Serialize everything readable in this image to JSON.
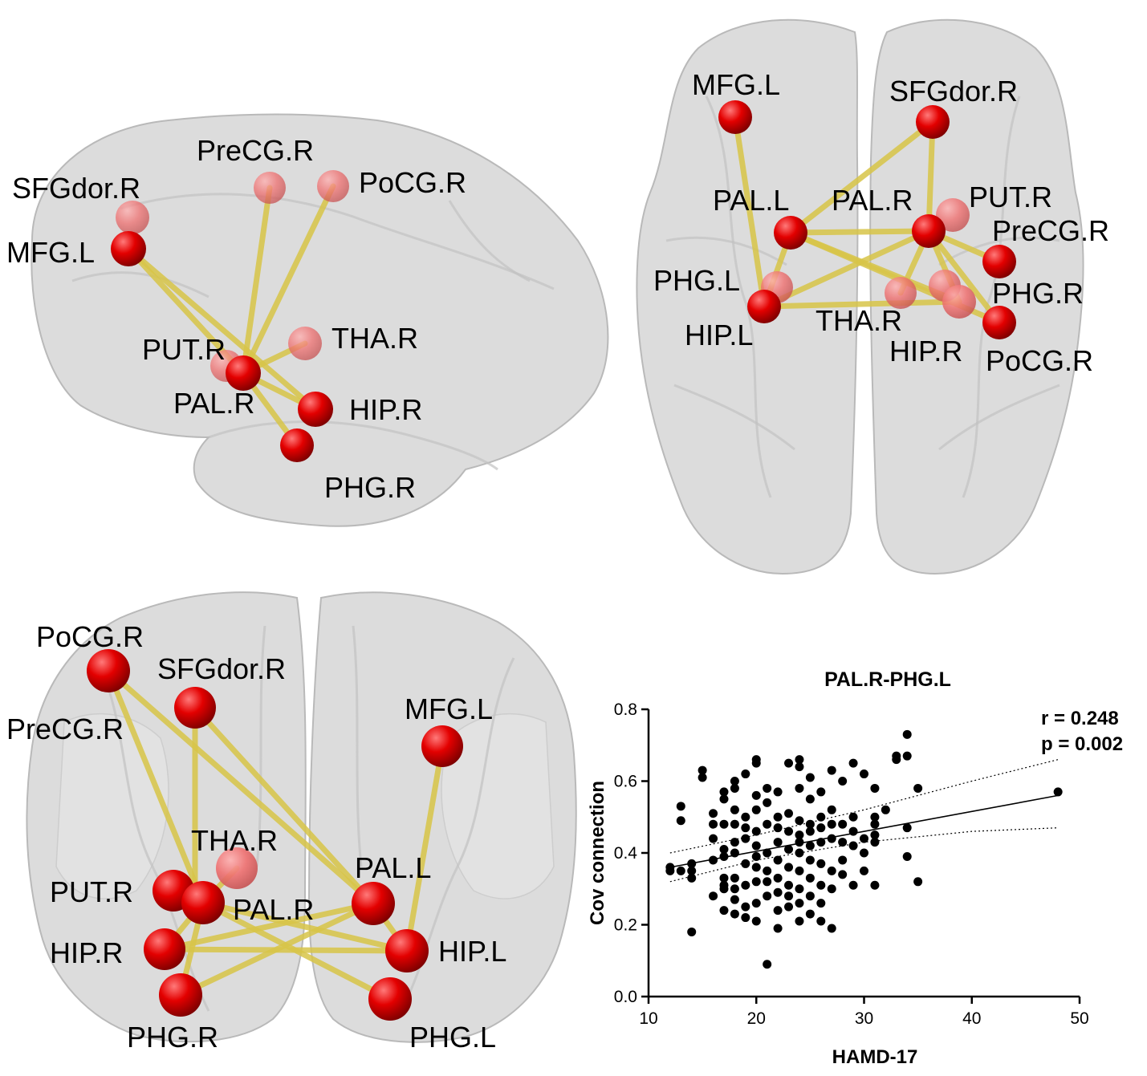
{
  "colors": {
    "node": "#e30000",
    "edge": "#d8c548",
    "brain": "#dcdcdc"
  },
  "sagittal_view": {
    "labels": {
      "sfgdor_r": "SFGdor.R",
      "precg_r": "PreCG.R",
      "pocg_r": "PoCG.R",
      "mfg_l": "MFG.L",
      "put_r": "PUT.R",
      "tha_r": "THA.R",
      "pal_r": "PAL.R",
      "hip_r": "HIP.R",
      "phg_r": "PHG.R"
    }
  },
  "axial_view": {
    "labels": {
      "mfg_l": "MFG.L",
      "sfgdor_r": "SFGdor.R",
      "pal_l": "PAL.L",
      "pal_r": "PAL.R",
      "put_r": "PUT.R",
      "precg_r": "PreCG.R",
      "phg_l": "PHG.L",
      "phg_r": "PHG.R",
      "hip_l": "HIP.L",
      "tha_r": "THA.R",
      "hip_r": "HIP.R",
      "pocg_r": "PoCG.R"
    }
  },
  "coronal_view": {
    "labels": {
      "pocg_r": "PoCG.R",
      "sfgdor_r": "SFGdor.R",
      "precg_r": "PreCG.R",
      "mfg_l": "MFG.L",
      "tha_r": "THA.R",
      "pal_l": "PAL.L",
      "put_r": "PUT.R",
      "pal_r": "PAL.R",
      "hip_r": "HIP.R",
      "hip_l": "HIP.L",
      "phg_r": "PHG.R",
      "phg_l": "PHG.L"
    }
  },
  "chart_data": {
    "type": "scatter",
    "title": "PAL.R-PHG.L",
    "xlabel": "HAMD-17",
    "ylabel": "Cov connection",
    "xlim": [
      10,
      50
    ],
    "ylim": [
      0.0,
      0.8
    ],
    "xticks": [
      "10",
      "20",
      "30",
      "40",
      "50"
    ],
    "yticks": [
      "0.0",
      "0.2",
      "0.4",
      "0.6",
      "0.8"
    ],
    "stats": {
      "r": "r = 0.248",
      "p": "p = 0.002"
    },
    "regression": {
      "x": [
        12,
        48
      ],
      "y": [
        0.36,
        0.56
      ]
    },
    "ci_upper": {
      "x": [
        12,
        20,
        30,
        40,
        48
      ],
      "y": [
        0.4,
        0.45,
        0.52,
        0.6,
        0.66
      ]
    },
    "ci_lower": {
      "x": [
        12,
        20,
        30,
        40,
        48
      ],
      "y": [
        0.32,
        0.38,
        0.43,
        0.46,
        0.47
      ]
    },
    "points": [
      [
        12,
        0.36
      ],
      [
        12,
        0.35
      ],
      [
        13,
        0.53
      ],
      [
        13,
        0.49
      ],
      [
        13,
        0.35
      ],
      [
        14,
        0.37
      ],
      [
        14,
        0.35
      ],
      [
        14,
        0.33
      ],
      [
        14,
        0.18
      ],
      [
        15,
        0.63
      ],
      [
        15,
        0.61
      ],
      [
        16,
        0.48
      ],
      [
        16,
        0.44
      ],
      [
        16,
        0.38
      ],
      [
        16,
        0.28
      ],
      [
        16,
        0.51
      ],
      [
        17,
        0.57
      ],
      [
        17,
        0.55
      ],
      [
        17,
        0.48
      ],
      [
        17,
        0.41
      ],
      [
        17,
        0.39
      ],
      [
        17,
        0.33
      ],
      [
        17,
        0.31
      ],
      [
        17,
        0.3
      ],
      [
        17,
        0.24
      ],
      [
        18,
        0.6
      ],
      [
        18,
        0.58
      ],
      [
        18,
        0.52
      ],
      [
        18,
        0.48
      ],
      [
        18,
        0.43
      ],
      [
        18,
        0.4
      ],
      [
        18,
        0.33
      ],
      [
        18,
        0.3
      ],
      [
        18,
        0.27
      ],
      [
        18,
        0.23
      ],
      [
        19,
        0.62
      ],
      [
        19,
        0.5
      ],
      [
        19,
        0.47
      ],
      [
        19,
        0.44
      ],
      [
        19,
        0.37
      ],
      [
        19,
        0.31
      ],
      [
        19,
        0.25
      ],
      [
        19,
        0.22
      ],
      [
        20,
        0.66
      ],
      [
        20,
        0.65
      ],
      [
        20,
        0.56
      ],
      [
        20,
        0.52
      ],
      [
        20,
        0.46
      ],
      [
        20,
        0.42
      ],
      [
        20,
        0.39
      ],
      [
        20,
        0.36
      ],
      [
        20,
        0.32
      ],
      [
        20,
        0.26
      ],
      [
        20,
        0.21
      ],
      [
        21,
        0.58
      ],
      [
        21,
        0.54
      ],
      [
        21,
        0.48
      ],
      [
        21,
        0.4
      ],
      [
        21,
        0.35
      ],
      [
        21,
        0.32
      ],
      [
        21,
        0.28
      ],
      [
        21,
        0.09
      ],
      [
        22,
        0.57
      ],
      [
        22,
        0.5
      ],
      [
        22,
        0.47
      ],
      [
        22,
        0.43
      ],
      [
        22,
        0.38
      ],
      [
        22,
        0.33
      ],
      [
        22,
        0.29
      ],
      [
        22,
        0.24
      ],
      [
        22,
        0.19
      ],
      [
        23,
        0.65
      ],
      [
        23,
        0.51
      ],
      [
        23,
        0.46
      ],
      [
        23,
        0.41
      ],
      [
        23,
        0.36
      ],
      [
        23,
        0.31
      ],
      [
        23,
        0.28
      ],
      [
        23,
        0.25
      ],
      [
        24,
        0.66
      ],
      [
        24,
        0.64
      ],
      [
        24,
        0.58
      ],
      [
        24,
        0.49
      ],
      [
        24,
        0.45
      ],
      [
        24,
        0.43
      ],
      [
        24,
        0.4
      ],
      [
        24,
        0.35
      ],
      [
        24,
        0.3
      ],
      [
        24,
        0.26
      ],
      [
        24,
        0.21
      ],
      [
        25,
        0.61
      ],
      [
        25,
        0.55
      ],
      [
        25,
        0.48
      ],
      [
        25,
        0.46
      ],
      [
        25,
        0.42
      ],
      [
        25,
        0.38
      ],
      [
        25,
        0.33
      ],
      [
        25,
        0.28
      ],
      [
        25,
        0.23
      ],
      [
        26,
        0.57
      ],
      [
        26,
        0.5
      ],
      [
        26,
        0.47
      ],
      [
        26,
        0.43
      ],
      [
        26,
        0.37
      ],
      [
        26,
        0.31
      ],
      [
        26,
        0.26
      ],
      [
        26,
        0.21
      ],
      [
        27,
        0.63
      ],
      [
        27,
        0.52
      ],
      [
        27,
        0.48
      ],
      [
        27,
        0.44
      ],
      [
        27,
        0.35
      ],
      [
        27,
        0.3
      ],
      [
        27,
        0.19
      ],
      [
        28,
        0.6
      ],
      [
        28,
        0.48
      ],
      [
        28,
        0.43
      ],
      [
        28,
        0.38
      ],
      [
        28,
        0.34
      ],
      [
        29,
        0.65
      ],
      [
        29,
        0.5
      ],
      [
        29,
        0.46
      ],
      [
        29,
        0.42
      ],
      [
        29,
        0.31
      ],
      [
        30,
        0.62
      ],
      [
        30,
        0.44
      ],
      [
        30,
        0.4
      ],
      [
        30,
        0.35
      ],
      [
        31,
        0.58
      ],
      [
        31,
        0.5
      ],
      [
        31,
        0.48
      ],
      [
        31,
        0.45
      ],
      [
        31,
        0.43
      ],
      [
        31,
        0.31
      ],
      [
        32,
        0.52
      ],
      [
        33,
        0.67
      ],
      [
        33,
        0.66
      ],
      [
        34,
        0.73
      ],
      [
        34,
        0.67
      ],
      [
        34,
        0.47
      ],
      [
        34,
        0.39
      ],
      [
        35,
        0.58
      ],
      [
        35,
        0.32
      ],
      [
        48,
        0.57
      ]
    ]
  }
}
